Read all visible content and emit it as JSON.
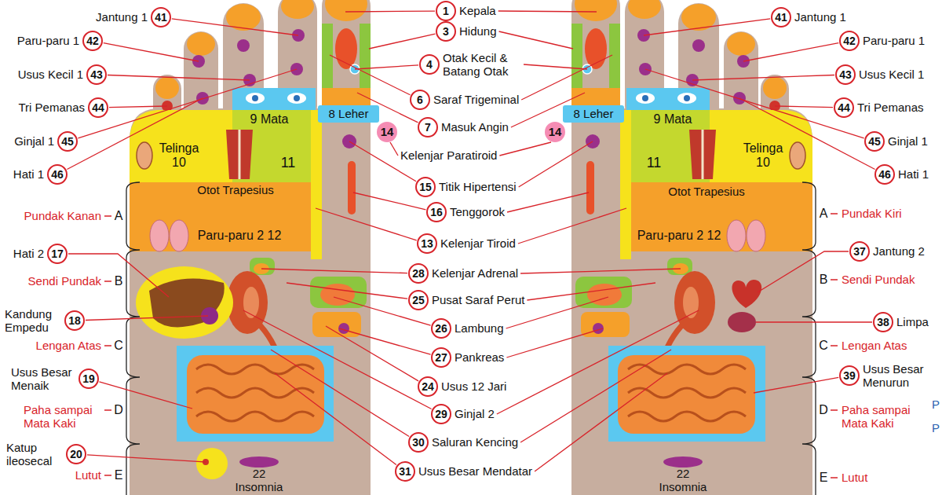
{
  "diagram": {
    "nodes": [
      {
        "text": [
          "41",
          "Jantung 1"
        ]
      },
      {
        "text": [
          "42",
          "Paru-paru 1"
        ]
      },
      {
        "text": [
          "43",
          "Usus Kecil 1"
        ]
      },
      {
        "text": [
          "44",
          "Tri Pemanas"
        ]
      },
      {
        "text": [
          "45",
          "Ginjal 1"
        ]
      },
      {
        "text": [
          "46",
          "Hati 1"
        ]
      },
      {
        "text": [
          "17",
          "Hati 2"
        ]
      },
      {
        "text": [
          "18",
          "Kandung Empedu"
        ]
      },
      {
        "text": [
          "19",
          "Usus Besar Menaik"
        ]
      },
      {
        "text": [
          "20",
          "Katup ileosecal"
        ]
      },
      {
        "text": [
          "9 Mata"
        ]
      },
      {
        "text": [
          "8 Leher"
        ]
      },
      {
        "text": [
          "14"
        ]
      },
      {
        "text": [
          "Telinga 10"
        ]
      },
      {
        "text": [
          "11"
        ]
      },
      {
        "text": [
          "Paru-paru 2 12"
        ]
      },
      {
        "text": [
          "22 Insomnia"
        ]
      },
      {
        "text": [
          "1",
          "Kepala"
        ]
      },
      {
        "text": [
          "3",
          "Hidung"
        ]
      },
      {
        "text": [
          "4",
          "Otak Kecil & Batang Otak"
        ]
      },
      {
        "text": [
          "6",
          "Saraf Trigeminal"
        ]
      },
      {
        "text": [
          "7",
          "Masuk Angin"
        ]
      },
      {
        "text": [
          "15",
          "Titik Hipertensi"
        ]
      },
      {
        "text": [
          "16",
          "Tenggorok"
        ]
      },
      {
        "text": [
          "13",
          "Kelenjar Tiroid"
        ]
      },
      {
        "text": [
          "28",
          "Kelenjar Adrenal"
        ]
      },
      {
        "text": [
          "25",
          "Pusat Saraf Perut"
        ]
      },
      {
        "text": [
          "26",
          "Lambung"
        ]
      },
      {
        "text": [
          "27",
          "Pankreas"
        ]
      },
      {
        "text": [
          "24",
          "Usus 12 Jari"
        ]
      },
      {
        "text": [
          "29",
          "Ginjal 2"
        ]
      },
      {
        "text": [
          "30",
          "Saluran Kencing"
        ]
      },
      {
        "text": [
          "31",
          "Usus Besar Mendatar"
        ]
      },
      {
        "text": [
          "8 Leher"
        ]
      },
      {
        "text": [
          "14"
        ]
      },
      {
        "text": [
          "9 Mata"
        ]
      },
      {
        "text": [
          "Telinga 10"
        ]
      },
      {
        "text": [
          "11"
        ]
      },
      {
        "text": [
          "Paru-paru 2 12"
        ]
      },
      {
        "text": [
          "22 Insomnia"
        ]
      },
      {
        "text": [
          "41",
          "Jantung 1"
        ]
      },
      {
        "text": [
          "42",
          "Paru-paru 1"
        ]
      },
      {
        "text": [
          "43",
          "Usus Kecil 1"
        ]
      },
      {
        "text": [
          "44",
          "Tri Pemanas"
        ]
      },
      {
        "text": [
          "45",
          "Ginjal 1"
        ]
      },
      {
        "text": [
          "46",
          "Hati 1"
        ]
      },
      {
        "text": [
          "37",
          "Jantung 2"
        ]
      },
      {
        "text": [
          "38",
          "Limpa"
        ]
      },
      {
        "text": [
          "39",
          "Usus Besar Menurun"
        ]
      }
    ],
    "labels": [
      "Kelenjar Paratiroid",
      "Otot Trapesius",
      "Otot Trapesius",
      "A",
      "Pundak Kanan",
      "B",
      "Sendi Pundak",
      "C",
      "Lengan Atas",
      "D",
      "Paha sampai Mata Kaki",
      "E",
      "Lutut",
      "A",
      "Pundak Kiri",
      "B",
      "Sendi Pundak",
      "C",
      "Lengan Atas",
      "D",
      "Paha sampai Mata Kaki",
      "E",
      "Lutut",
      "P",
      "P"
    ]
  }
}
